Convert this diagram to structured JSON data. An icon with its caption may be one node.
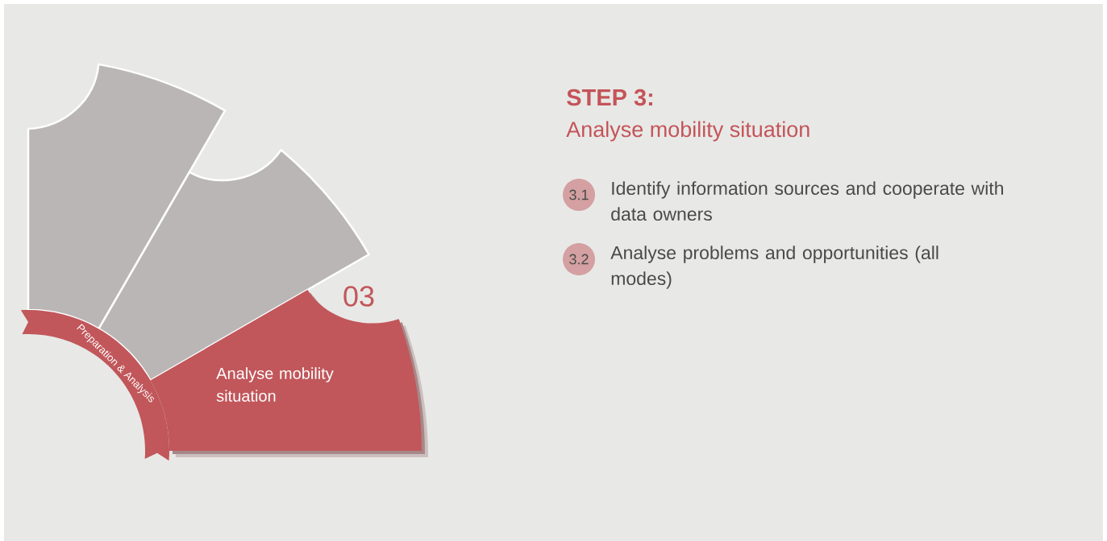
{
  "diagram": {
    "title": "STEP 3:",
    "nodes": [
      {
        "text": [],
        "shape": "box"
      },
      {
        "text": [],
        "shape": "box"
      },
      {
        "text": [
          "Preparation & Analysis"
        ]
      },
      {
        "text": [
          "Analyse mobility situation"
        ],
        "beside": [
          "03"
        ]
      },
      {
        "text": [
          "3.1"
        ],
        "beside": [
          "Identify information sources and cooperate with data owners"
        ]
      },
      {
        "text": [
          "3.2"
        ],
        "beside": [
          "Analyse problems and opportunities (all modes)"
        ]
      }
    ],
    "labels": [
      "Analyse mobility situation"
    ]
  }
}
